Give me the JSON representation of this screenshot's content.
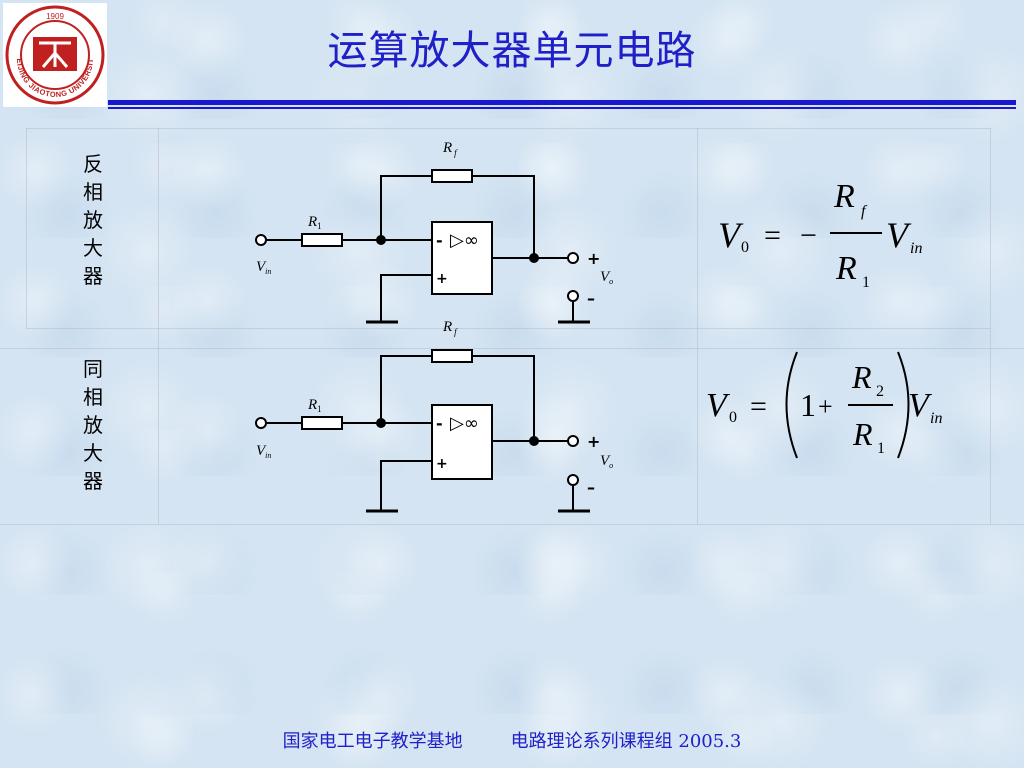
{
  "logo": {
    "year": "1909",
    "ring_text": "BEIJING JIAOTONG UNIVERSITY",
    "colors": {
      "ring": "#c02020",
      "background": "#ffffff"
    }
  },
  "header": {
    "title": "运算放大器单元电路"
  },
  "rows": [
    {
      "label": [
        "反",
        "相",
        "放",
        "大",
        "器"
      ],
      "circuit": {
        "rf": {
          "main": "R",
          "sub": "f"
        },
        "r1": {
          "main": "R",
          "sub": "1"
        },
        "vin": {
          "main": "V",
          "sub": "in"
        },
        "vo": {
          "main": "V",
          "sub": "o"
        },
        "opamp_minus": "-",
        "opamp_plus": "+",
        "opamp_symbol": "▷∞",
        "out_plus": "+",
        "out_minus": "–"
      },
      "formula": {
        "lhs_main": "V",
        "lhs_sub": "0",
        "eq": "=",
        "sign": "−",
        "num_main": "R",
        "num_sub": "f",
        "den_main": "R",
        "den_sub": "1",
        "rhs_main": "V",
        "rhs_sub": "in"
      }
    },
    {
      "label": [
        "同",
        "相",
        "放",
        "大",
        "器"
      ],
      "circuit": {
        "rf": {
          "main": "R",
          "sub": "f"
        },
        "r1": {
          "main": "R",
          "sub": "1"
        },
        "vin": {
          "main": "V",
          "sub": "in"
        },
        "vo": {
          "main": "V",
          "sub": "o"
        },
        "opamp_minus": "-",
        "opamp_plus": "+",
        "opamp_symbol": "▷∞",
        "out_plus": "+",
        "out_minus": "–"
      },
      "formula": {
        "lhs_main": "V",
        "lhs_sub": "0",
        "eq": "=",
        "one": "1",
        "plus": "+",
        "num_main": "R",
        "num_sub": "2",
        "den_main": "R",
        "den_sub": "1",
        "rhs_main": "V",
        "rhs_sub": "in"
      }
    }
  ],
  "footer": {
    "left": "国家电工电子教学基地",
    "right": "电路理论系列课程组  2005.3"
  },
  "colors": {
    "title": "#2020c8",
    "rule": "#1818d0",
    "ink": "#000000"
  }
}
